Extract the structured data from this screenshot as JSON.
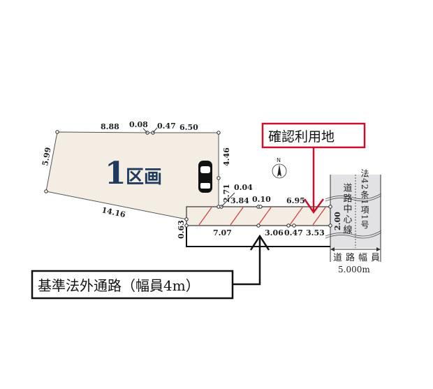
{
  "lot": {
    "label_number": "1",
    "label_text": "区画",
    "fill": "#f3ede4",
    "label_color": "#1f3a5c"
  },
  "dimensions": {
    "top_left": "8.88",
    "top_mid1": "0.08",
    "top_mid2": "0.47",
    "top_right": "6.50",
    "left": "5.99",
    "bottom_diag": "14.16",
    "right_upper": "4.46",
    "right_lower": "2.71",
    "corner": "0.04",
    "strip_top1": "3.84",
    "strip_top2": "0.10",
    "strip_top3": "6.95",
    "strip_left": "0.63",
    "strip_bot1": "7.07",
    "strip_bot2": "3.06",
    "strip_bot3": "0.47",
    "strip_bot4": "3.53",
    "strip_right": "2.00"
  },
  "road": {
    "centerline_label": "道路中心線",
    "article_label": "法42条1項1号",
    "width_label": "道路幅員",
    "width_value": "5.000m"
  },
  "compass": {
    "label": "N"
  },
  "callouts": {
    "confirmed_land": {
      "text": "確認利用地",
      "color": "#c8102e"
    },
    "private_path": {
      "text": "基準法外通路（幅員4m）",
      "color": "#111111"
    }
  },
  "hatch_color": "#d33a3a"
}
